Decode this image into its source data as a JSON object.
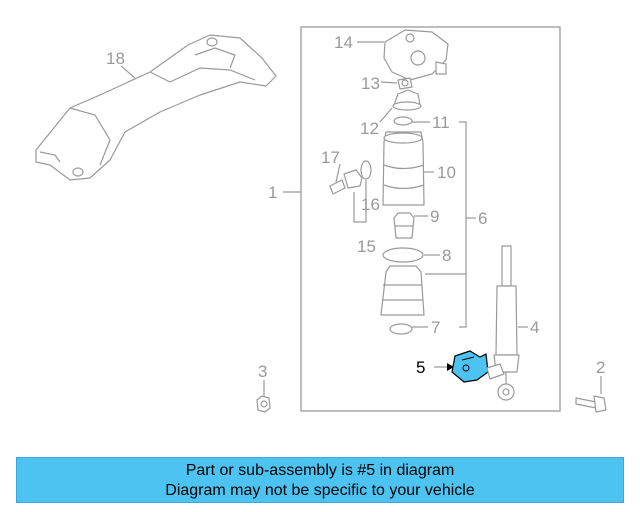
{
  "callouts": {
    "c1": "1",
    "c2": "2",
    "c3": "3",
    "c4": "4",
    "c5": "5",
    "c6": "6",
    "c7": "7",
    "c8": "8",
    "c9": "9",
    "c10": "10",
    "c11": "11",
    "c12": "12",
    "c13": "13",
    "c14": "14",
    "c15": "15",
    "c16": "16",
    "c17": "17",
    "c18": "18"
  },
  "highlighted_part": "5",
  "colors": {
    "highlight": "#4dc3f2",
    "line": "#9a9a9a",
    "banner": "#4dc3f2"
  },
  "banner": {
    "line1": "Part or sub-assembly is #5 in diagram",
    "line2": "Diagram may not be specific to your vehicle"
  }
}
